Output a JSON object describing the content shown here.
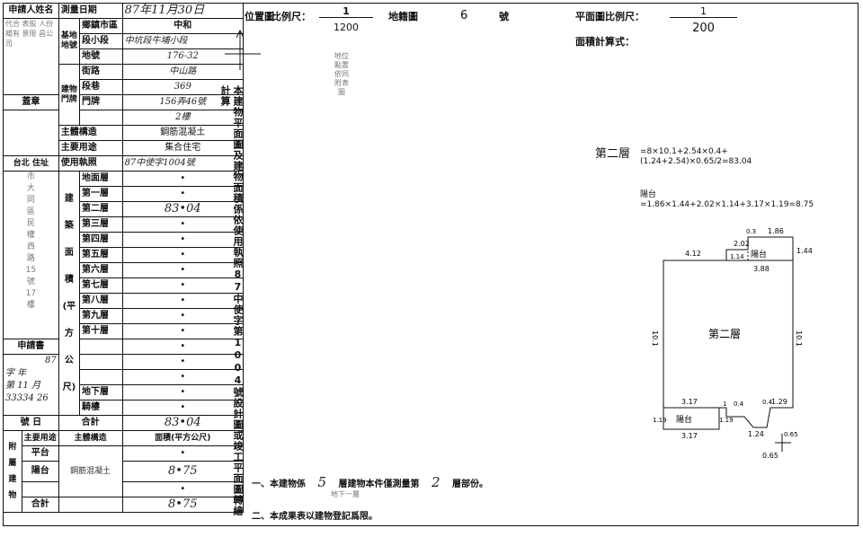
{
  "left": {
    "applicant_label": "申請人姓名",
    "applicant_lines": [
      "代合",
      "表股",
      "人份",
      "楊有",
      "景限",
      "昌公司"
    ],
    "survey_date_label": "測量日期",
    "survey_date": "87年11月30日",
    "seal_label": "蓋章",
    "address_label": "住址",
    "address_city": "台北",
    "address_lines": [
      "市",
      "大",
      "同",
      "區",
      "民",
      "權",
      "西",
      "路",
      "15",
      "號",
      "17",
      "樓"
    ],
    "app_no_label": "申請書",
    "app_year": "87",
    "app_month": "11",
    "app_day": "26",
    "app_no": "33334",
    "site_label": "基地地號",
    "town_label": "鄉鎮市區",
    "town_value": "中和",
    "section_label": "段小段",
    "section_value": "中坑段牛埔小段",
    "lot_label": "地號",
    "lot_value": "176-32",
    "bldg_label": "建物門牌",
    "street_label": "街路",
    "street_value": "中山路",
    "lane_label": "段巷",
    "lane_value": "369",
    "door_label": "門牌",
    "door_value": "156弄46號",
    "floor_value": "2樓",
    "structure_label": "主體構造",
    "structure_value": "鋼筋混凝土",
    "use_label": "主要用途",
    "use_value": "集合住宅",
    "permit_label": "使用執照",
    "permit_value": "87中使字1004號",
    "area_label": "建築面積(平方公尺)",
    "floors": [
      "地面層",
      "第一層",
      "第二層",
      "第三層",
      "第四層",
      "第五層",
      "第六層",
      "第七層",
      "第八層",
      "第九層",
      "第十層",
      "",
      "",
      "",
      "地下層",
      "騎樓"
    ],
    "floor_values": [
      "•",
      "•",
      "83•04",
      "•",
      "•",
      "•",
      "•",
      "•",
      "•",
      "•",
      "•",
      "•",
      "•",
      "•",
      "•",
      "•"
    ],
    "total_label": "合計",
    "total_value": "83•04",
    "attach_label": "附屬建物",
    "attach_header_use": "主要用途",
    "attach_header_struct": "主體構造",
    "attach_header_area": "面積(平方公尺)",
    "attach_rows": [
      {
        "use": "平台",
        "struct": "",
        "area": "•"
      },
      {
        "use": "陽台",
        "struct": "鋼筋混凝土",
        "area": "8•75"
      },
      {
        "use": "",
        "struct": "",
        "area": "•"
      }
    ],
    "attach_total_label": "合計",
    "attach_total_value": "8•75"
  },
  "middle_text": "本建物平面圖及建物面積係依使用執照87中使字第1004號設計圖或竣工平面圖轉繪計算",
  "location": {
    "label": "位置圖",
    "scale_label": "比例尺：",
    "scale_num": "1",
    "scale_den": "1200",
    "map_label": "地籍圖",
    "map_no": "6",
    "map_unit": "號",
    "note_lines": [
      "地位",
      "點置",
      "依同",
      "附表",
      "圖"
    ]
  },
  "plan": {
    "scale_label": "平面圖比例尺：",
    "scale_num": "1",
    "scale_den": "200",
    "calc_label": "面積計算式：",
    "calc_floor": "第二層",
    "calc1": "=8×10.1+2.54×0.4+(1.24+2.54)×0.65/2=83.04",
    "calc2": "陽台=1.86×1.44+2.02×1.14+3.17×1.19=8.75",
    "dims": [
      "2.02",
      "0.3",
      "1.86",
      "4.12",
      "1.14",
      "1.44",
      "3.88",
      "10.1",
      "10.1",
      "3.17",
      "1",
      "0.4",
      "0.4",
      "1.29",
      "1.19",
      "1.19",
      "3.17",
      "1.24",
      "0.65",
      "0.65"
    ],
    "balcony_label": "陽台",
    "floor_label": "第二層"
  },
  "notes": {
    "line1_prefix": "一、本建物係",
    "floors_total": "5",
    "line1_mid": "層建物本件僅測量第",
    "floor_measured": "2",
    "line1_suffix": "層部份。",
    "underground": "地下一層",
    "line2": "二、本成果表以建物登記爲限。"
  }
}
